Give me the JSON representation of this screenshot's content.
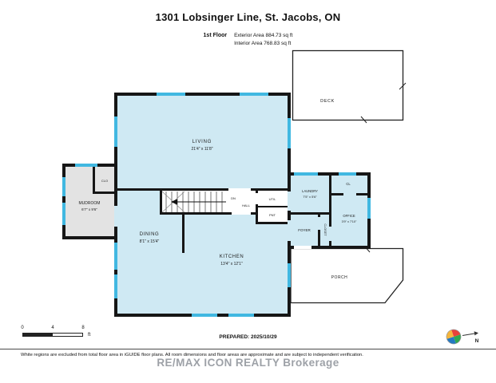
{
  "header": {
    "title": "1301 Lobsinger Line, St. Jacobs, ON",
    "floor_label": "1st Floor",
    "exterior_area": "Exterior Area 884.73 sq ft",
    "interior_area": "Interior Area 768.83 sq ft"
  },
  "rooms": {
    "living": {
      "name": "LIVING",
      "dims": "21'4\" x 11'8\""
    },
    "deck": {
      "name": "DECK"
    },
    "mudroom": {
      "name": "MUDROOM",
      "dims": "6'7\" x 9'6\""
    },
    "clo": {
      "name": "CLO"
    },
    "dining": {
      "name": "DINING",
      "dims": "8'1\" x 15'4\""
    },
    "kitchen": {
      "name": "KITCHEN",
      "dims": "13'4\" x 12'1\""
    },
    "dn": {
      "name": "DN"
    },
    "hall": {
      "name": "HALL"
    },
    "util": {
      "name": "UTIL"
    },
    "pnt": {
      "name": "PNT"
    },
    "laundry": {
      "name": "LAUNDRY",
      "dims": "7'5\" x 5'6\""
    },
    "cl": {
      "name": "CL"
    },
    "office": {
      "name": "OFFICE",
      "dims": "3'9\" x 7'10\""
    },
    "foyer": {
      "name": "FOYER"
    },
    "closet": {
      "name": "CLOSET"
    },
    "porch": {
      "name": "PORCH"
    }
  },
  "scale_bar": {
    "tick_0": "0",
    "tick_4": "4",
    "tick_8": "8",
    "unit": "ft"
  },
  "prepared": "PREPARED: 2025/10/29",
  "compass": {
    "label": "N"
  },
  "footer": {
    "disclaimer": "White regions are excluded from total floor area in iGUIDE floor plans. All room dimensions and floor areas are approximate and are subject to independent verification.",
    "watermark": "RE/MAX ICON REALTY Brokerage"
  },
  "colors": {
    "room_fill": "#cfe9f3",
    "mudroom_fill": "#e3e3e3",
    "window_accent": "#41b8e1",
    "wall": "#161616"
  }
}
